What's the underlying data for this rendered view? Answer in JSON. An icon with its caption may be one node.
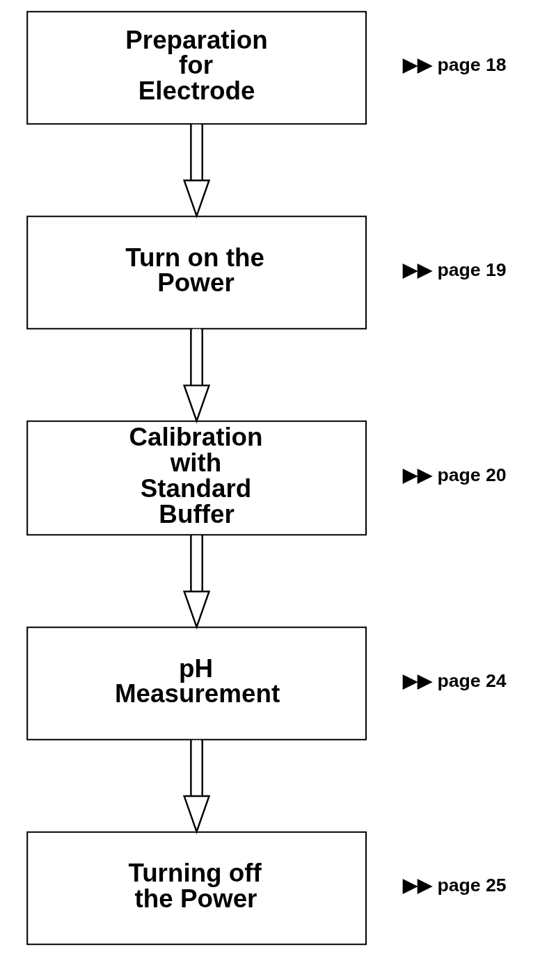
{
  "diagram": {
    "nodes": [
      {
        "text": [
          "Preparation for Electrode"
        ],
        "beside": [
          "▶▶ page 18"
        ]
      },
      {
        "text": [
          "Turn on the Power"
        ],
        "beside": [
          "▶▶ page 19"
        ]
      },
      {
        "text": [
          "Calibration with Standard Buffer"
        ],
        "beside": [
          "▶▶ page 20"
        ]
      },
      {
        "text": [
          "pH Measurement"
        ],
        "beside": [
          "▶▶ page 24"
        ]
      },
      {
        "text": [
          "Turning off the Power"
        ],
        "beside": [
          "▶▶ page 25"
        ]
      }
    ],
    "edges": [
      {
        "from": 0,
        "to": 1,
        "arrow": "to"
      },
      {
        "from": 1,
        "to": 2,
        "arrow": "to"
      },
      {
        "from": 2,
        "to": 3,
        "arrow": "to"
      },
      {
        "from": 3,
        "to": 4,
        "arrow": "to"
      }
    ]
  }
}
